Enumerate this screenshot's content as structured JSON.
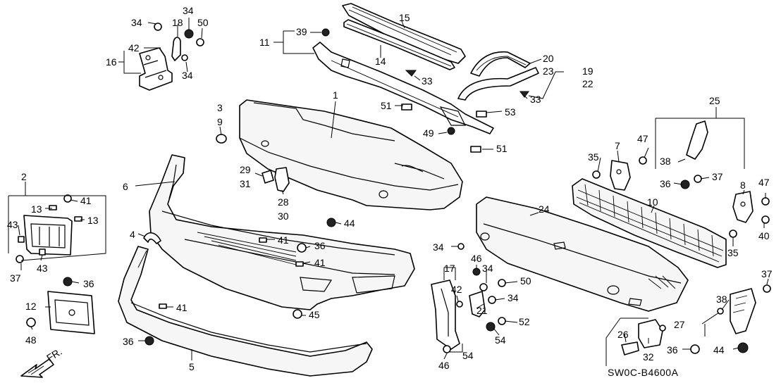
{
  "diagram_code": "SW0C-B4600A",
  "direction_label": "FR.",
  "callouts": [
    {
      "id": "c34a",
      "text": "34"
    },
    {
      "id": "c18",
      "text": "18"
    },
    {
      "id": "c34b",
      "text": "34"
    },
    {
      "id": "c50a",
      "text": "50"
    },
    {
      "id": "c42a",
      "text": "42"
    },
    {
      "id": "c16",
      "text": "16"
    },
    {
      "id": "c34c",
      "text": "34"
    },
    {
      "id": "c15",
      "text": "15"
    },
    {
      "id": "c39",
      "text": "39"
    },
    {
      "id": "c11",
      "text": "11"
    },
    {
      "id": "c14",
      "text": "14"
    },
    {
      "id": "c33a",
      "text": "33"
    },
    {
      "id": "c20",
      "text": "20"
    },
    {
      "id": "c23",
      "text": "23"
    },
    {
      "id": "c19",
      "text": "19"
    },
    {
      "id": "c22",
      "text": "22"
    },
    {
      "id": "c33b",
      "text": "33"
    },
    {
      "id": "c3",
      "text": "3"
    },
    {
      "id": "c9",
      "text": "9"
    },
    {
      "id": "c1",
      "text": "1"
    },
    {
      "id": "c51a",
      "text": "51"
    },
    {
      "id": "c53",
      "text": "53"
    },
    {
      "id": "c49",
      "text": "49"
    },
    {
      "id": "c51b",
      "text": "51"
    },
    {
      "id": "c25",
      "text": "25"
    },
    {
      "id": "c47a",
      "text": "47"
    },
    {
      "id": "c7",
      "text": "7"
    },
    {
      "id": "c35a",
      "text": "35"
    },
    {
      "id": "c38a",
      "text": "38"
    },
    {
      "id": "c36a",
      "text": "36"
    },
    {
      "id": "c37a",
      "text": "37"
    },
    {
      "id": "c2",
      "text": "2"
    },
    {
      "id": "c41a",
      "text": "41"
    },
    {
      "id": "c13a",
      "text": "13"
    },
    {
      "id": "c13b",
      "text": "13"
    },
    {
      "id": "c43a",
      "text": "43"
    },
    {
      "id": "c43b",
      "text": "43"
    },
    {
      "id": "c37b",
      "text": "37"
    },
    {
      "id": "c36b",
      "text": "36"
    },
    {
      "id": "c6",
      "text": "6"
    },
    {
      "id": "c29",
      "text": "29"
    },
    {
      "id": "c31",
      "text": "31"
    },
    {
      "id": "c28",
      "text": "28"
    },
    {
      "id": "c30",
      "text": "30"
    },
    {
      "id": "c44a",
      "text": "44"
    },
    {
      "id": "c4",
      "text": "4"
    },
    {
      "id": "c41b",
      "text": "41"
    },
    {
      "id": "c36c",
      "text": "36"
    },
    {
      "id": "c41c",
      "text": "41"
    },
    {
      "id": "c41d",
      "text": "41"
    },
    {
      "id": "c45",
      "text": "45"
    },
    {
      "id": "c12",
      "text": "12"
    },
    {
      "id": "c48",
      "text": "48"
    },
    {
      "id": "c36d",
      "text": "36"
    },
    {
      "id": "c5",
      "text": "5"
    },
    {
      "id": "c24",
      "text": "24"
    },
    {
      "id": "c10",
      "text": "10"
    },
    {
      "id": "c8",
      "text": "8"
    },
    {
      "id": "c47b",
      "text": "47"
    },
    {
      "id": "c40",
      "text": "40"
    },
    {
      "id": "c35b",
      "text": "35"
    },
    {
      "id": "c34d",
      "text": "34"
    },
    {
      "id": "c46a",
      "text": "46"
    },
    {
      "id": "c34e",
      "text": "34"
    },
    {
      "id": "c17",
      "text": "17"
    },
    {
      "id": "c42b",
      "text": "42"
    },
    {
      "id": "c50b",
      "text": "50"
    },
    {
      "id": "c34f",
      "text": "34"
    },
    {
      "id": "c21",
      "text": "21"
    },
    {
      "id": "c52",
      "text": "52"
    },
    {
      "id": "c54a",
      "text": "54"
    },
    {
      "id": "c54b",
      "text": "54"
    },
    {
      "id": "c46b",
      "text": "46"
    },
    {
      "id": "c37c",
      "text": "37"
    },
    {
      "id": "c38b",
      "text": "38"
    },
    {
      "id": "c27",
      "text": "27"
    },
    {
      "id": "c26",
      "text": "26"
    },
    {
      "id": "c32",
      "text": "32"
    },
    {
      "id": "c36e",
      "text": "36"
    },
    {
      "id": "c44b",
      "text": "44"
    }
  ]
}
